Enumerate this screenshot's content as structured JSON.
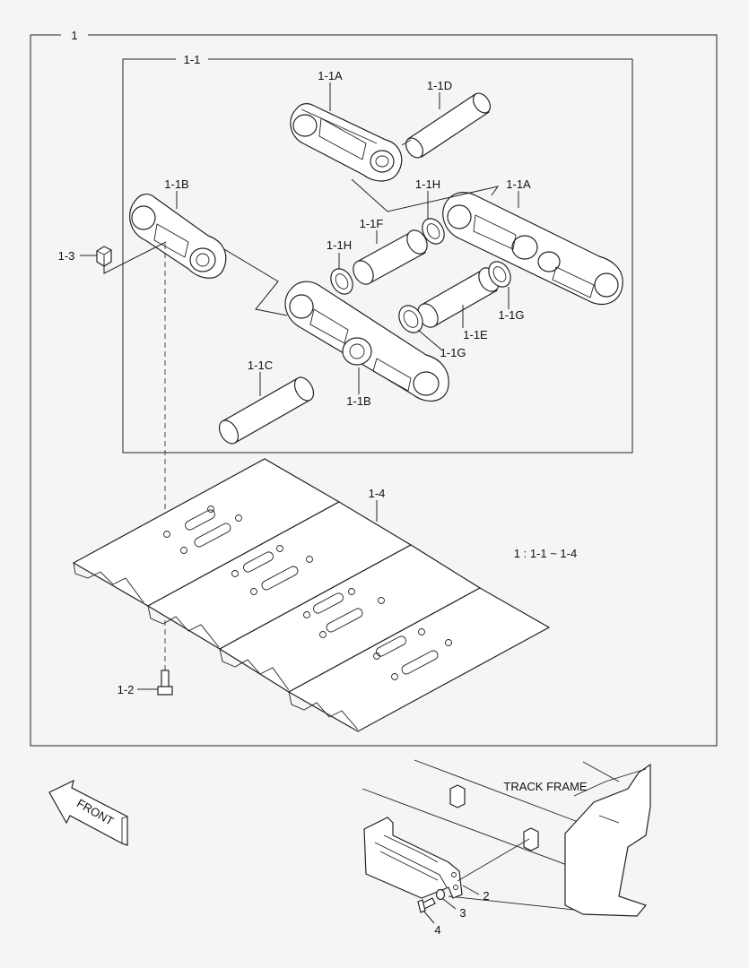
{
  "callouts": {
    "assembly": "1",
    "link_assembly": "1-1",
    "link_a_top": "1-1A",
    "pin_d": "1-1D",
    "link_b_left": "1-1B",
    "seal_h_upper": "1-1H",
    "link_a_right": "1-1A",
    "bushing_f": "1-1F",
    "seal_h_lower": "1-1H",
    "nut": "1-3",
    "seal_g_right": "1-1G",
    "bushing_e": "1-1E",
    "seal_g_lower": "1-1G",
    "pin_c": "1-1C",
    "link_b_lower": "1-1B",
    "shoe": "1-4",
    "bolt": "1-2",
    "track_guard": "2",
    "washer": "3",
    "guard_bolt": "4"
  },
  "range_note": "1 : 1-1 ~ 1-4",
  "direction_arrow": "FRONT",
  "track_frame_label": "TRACK FRAME"
}
